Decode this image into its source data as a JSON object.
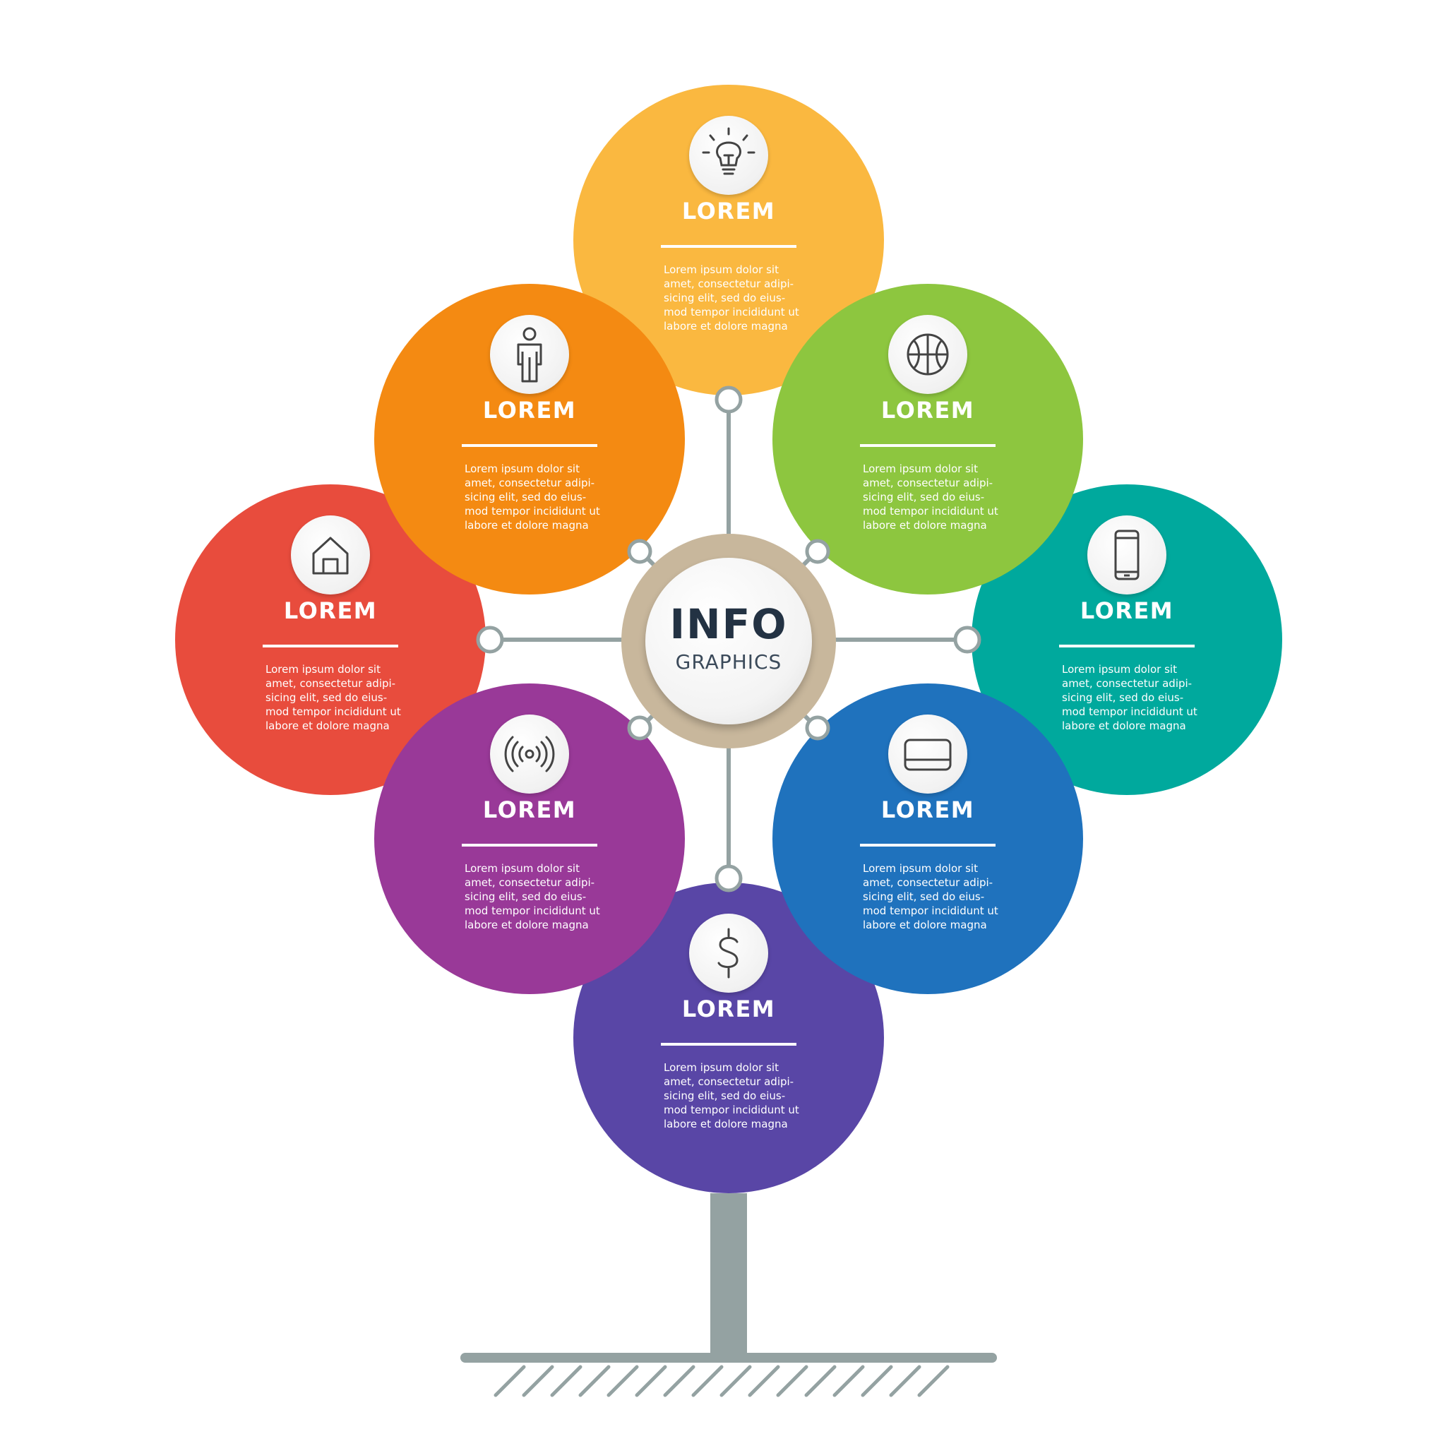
{
  "center": {
    "title": "INFO",
    "subtitle": "GRAPHICS"
  },
  "nodes": [
    {
      "id": "top",
      "color": "#FAB840",
      "icon": "lightbulb-icon",
      "title": "LOREM",
      "lines": [
        "Lorem ipsum dolor sit",
        "amet, consectetur adipi-",
        "sicing elit, sed do eius-",
        "mod tempor incididunt ut",
        "labore et dolore magna"
      ]
    },
    {
      "id": "upper-left",
      "color": "#F48A12",
      "icon": "person-icon",
      "title": "LOREM",
      "lines": [
        "Lorem ipsum dolor sit",
        "amet, consectetur adipi-",
        "sicing elit, sed do eius-",
        "mod tempor incididunt ut",
        "labore et dolore magna"
      ]
    },
    {
      "id": "upper-right",
      "color": "#8DC63F",
      "icon": "basketball-icon",
      "title": "LOREM",
      "lines": [
        "Lorem ipsum dolor sit",
        "amet, consectetur adipi-",
        "sicing elit, sed do eius-",
        "mod tempor incididunt ut",
        "labore et dolore magna"
      ]
    },
    {
      "id": "left",
      "color": "#E84C3D",
      "icon": "home-icon",
      "title": "LOREM",
      "lines": [
        "Lorem ipsum dolor sit",
        "amet, consectetur adipi-",
        "sicing elit, sed do eius-",
        "mod tempor incididunt ut",
        "labore et dolore magna"
      ]
    },
    {
      "id": "right",
      "color": "#00A99D",
      "icon": "smartphone-icon",
      "title": "LOREM",
      "lines": [
        "Lorem ipsum dolor sit",
        "amet, consectetur adipi-",
        "sicing elit, sed do eius-",
        "mod tempor incididunt ut",
        "labore et dolore magna"
      ]
    },
    {
      "id": "lower-left",
      "color": "#993998",
      "icon": "signal-broadcast-icon",
      "title": "LOREM",
      "lines": [
        "Lorem ipsum dolor sit",
        "amet, consectetur adipi-",
        "sicing elit, sed do eius-",
        "mod tempor incididunt ut",
        "labore et dolore magna"
      ]
    },
    {
      "id": "lower-right",
      "color": "#1F72BD",
      "icon": "credit-card-icon",
      "title": "LOREM",
      "lines": [
        "Lorem ipsum dolor sit",
        "amet, consectetur adipi-",
        "sicing elit, sed do eius-",
        "mod tempor incididunt ut",
        "labore et dolore magna"
      ]
    },
    {
      "id": "bottom",
      "color": "#5946A6",
      "icon": "dollar-icon",
      "title": "LOREM",
      "lines": [
        "Lorem ipsum dolor sit",
        "amet, consectetur adipi-",
        "sicing elit, sed do eius-",
        "mod tempor incididunt ut",
        "labore et dolore magna"
      ]
    }
  ],
  "colors": {
    "connector": "#94A2A2",
    "trunk": "#94A2A2",
    "ring": "#C8B79C",
    "center_text": "#233243"
  }
}
